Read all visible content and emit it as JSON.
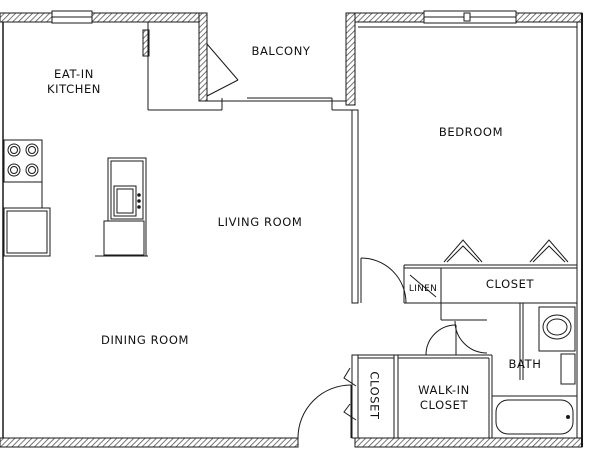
{
  "rooms": {
    "kitchen": [
      "EAT-IN",
      "KITCHEN"
    ],
    "balcony": "BALCONY",
    "bedroom": "BEDROOM",
    "living_room": "LIVING ROOM",
    "linen": "LINEN",
    "bedroom_closet": "CLOSET",
    "dining_room": "DINING ROOM",
    "hall_closet": "CLOSET",
    "walk_in_closet": [
      "WALK-IN",
      "CLOSET"
    ],
    "bath": "BATH"
  },
  "colors": {
    "wall_hatch": "#7a7a7a",
    "line": "#1a1a1a",
    "background": "#ffffff"
  }
}
